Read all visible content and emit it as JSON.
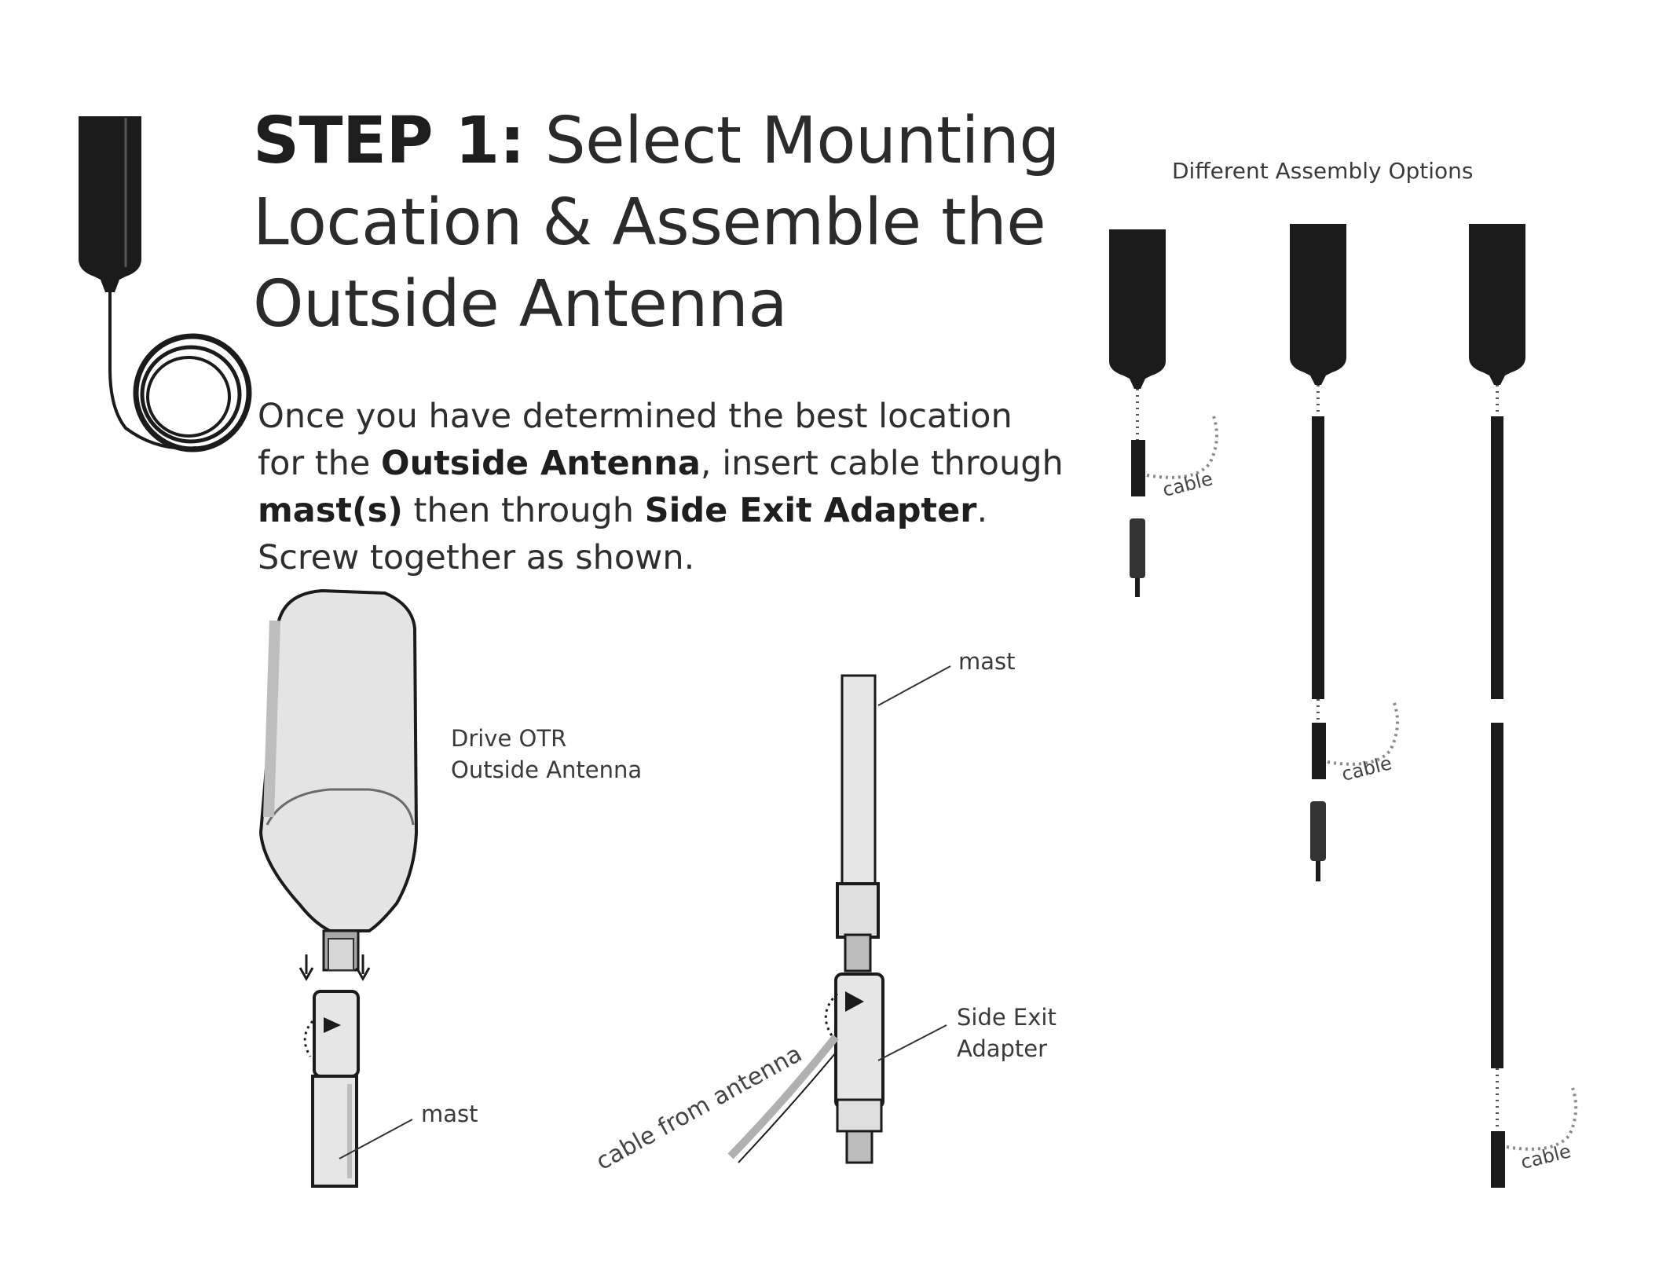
{
  "heading": {
    "step": "STEP 1:",
    "title_line1": " Select Mounting",
    "title_line2": "Location & Assemble the",
    "title_line3": "Outside Antenna"
  },
  "instructions": {
    "p1": "Once you have determined the best location",
    "p2": "for the ",
    "b1": "Outside Antenna",
    "p3": ", insert cable through",
    "b2": "mast(s)",
    "p4": " then through ",
    "b3": "Side Exit Adapter",
    "p5": ".",
    "p6": "Screw together as shown."
  },
  "labels": {
    "assembly_options": "Different Assembly Options",
    "antenna_line1": "Drive OTR",
    "antenna_line2": "Outside Antenna",
    "mast_left": "mast",
    "mast_top": "mast",
    "adapter_line1": "Side Exit",
    "adapter_line2": "Adapter",
    "cable_from_antenna": "cable from antenna",
    "cable1": "cable",
    "cable2": "cable",
    "cable3": "cable"
  },
  "colors": {
    "ink": "#1b1b1b",
    "antenna_fill": "#e6e6e6",
    "shade": "#c9c9c9"
  }
}
